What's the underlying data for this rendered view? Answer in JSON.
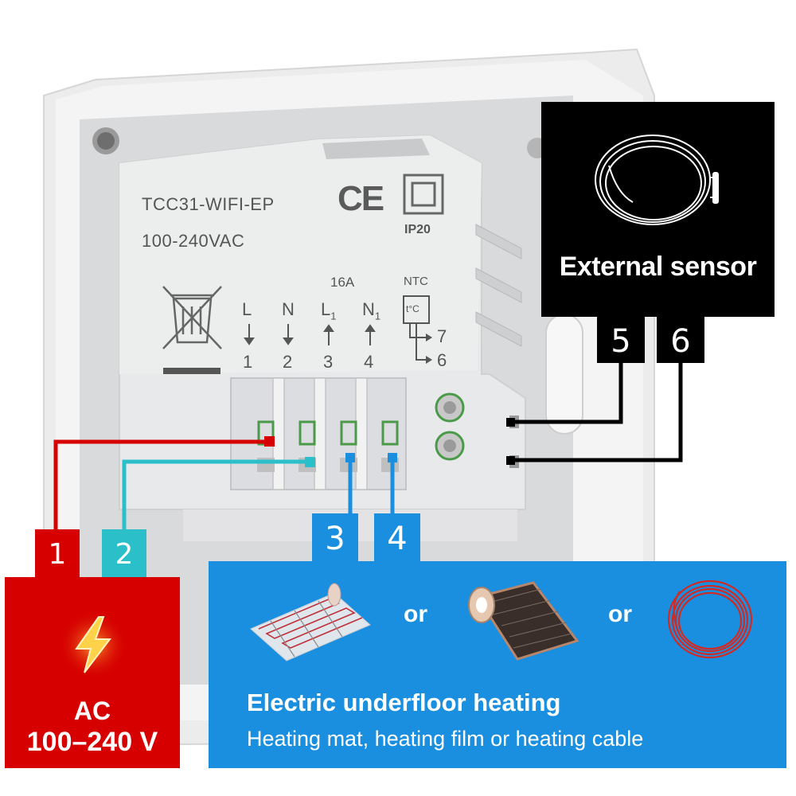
{
  "device": {
    "model": "TCC31-WIFI-EP",
    "voltage": "100-240VAC",
    "ce_mark": "CE",
    "ip_rating": "IP20",
    "current_rating": "16A",
    "ntc_label": "NTC",
    "ntc_symbol": "t°C",
    "terminals": [
      {
        "name": "L",
        "sub": "",
        "number": "1",
        "direction": "in"
      },
      {
        "name": "N",
        "sub": "",
        "number": "2",
        "direction": "in"
      },
      {
        "name": "L",
        "sub": "1",
        "number": "3",
        "direction": "out"
      },
      {
        "name": "N",
        "sub": "1",
        "number": "4",
        "direction": "out"
      }
    ],
    "ntc_terminals": [
      "7",
      "6"
    ],
    "weee_icon": "crossed-out-wheelie-bin-icon"
  },
  "sensor": {
    "label": "External sensor",
    "icon": "coiled-sensor-cable-icon",
    "terminals": [
      "5",
      "6"
    ]
  },
  "power": {
    "terminals": [
      "1",
      "2"
    ],
    "icon": "lightning-icon",
    "label_line1": "AC",
    "label_line2": "100–240 V"
  },
  "heating": {
    "terminals": [
      "3",
      "4"
    ],
    "option_separator": "or",
    "options": [
      "heating-mat-icon",
      "heating-film-icon",
      "heating-cable-icon"
    ],
    "title": "Electric underfloor heating",
    "subtitle": "Heating mat, heating film or heating cable"
  },
  "colors": {
    "red": "#d60000",
    "teal": "#2bbfc9",
    "blue": "#1a8fe0",
    "black": "#000000",
    "device": "#e9eaec"
  }
}
